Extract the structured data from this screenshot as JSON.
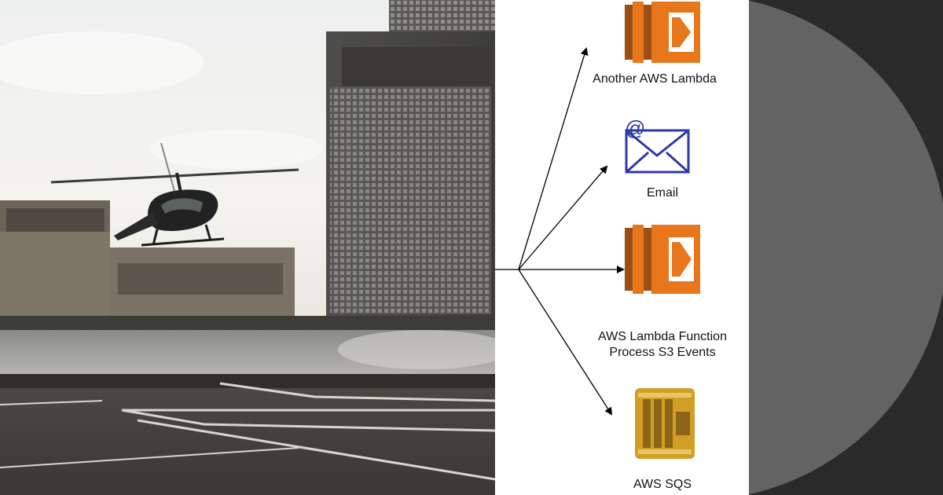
{
  "diagram": {
    "nodes": [
      {
        "id": "another-lambda",
        "icon": "aws-lambda-icon",
        "label_lines": [
          "Another AWS Lambda"
        ]
      },
      {
        "id": "email",
        "icon": "email-envelope-icon",
        "label_lines": [
          "Email"
        ]
      },
      {
        "id": "process-lambda",
        "icon": "aws-lambda-icon",
        "label_lines": [
          "AWS Lambda Function",
          "Process S3 Events"
        ]
      },
      {
        "id": "sqs",
        "icon": "aws-sqs-icon",
        "label_lines": [
          "AWS SQS"
        ]
      }
    ],
    "edges": [
      {
        "from": "source",
        "to": "another-lambda"
      },
      {
        "from": "source",
        "to": "email"
      },
      {
        "from": "source",
        "to": "process-lambda"
      },
      {
        "from": "source",
        "to": "sqs"
      }
    ],
    "colors": {
      "lambda_orange": "#e8761a",
      "lambda_dark": "#9d4f13",
      "email_blue": "#2c3aa6",
      "sqs_gold": "#d29e26",
      "sqs_dark": "#8b6518"
    }
  },
  "photo": {
    "subject": "helicopter-over-helipad-icon"
  }
}
